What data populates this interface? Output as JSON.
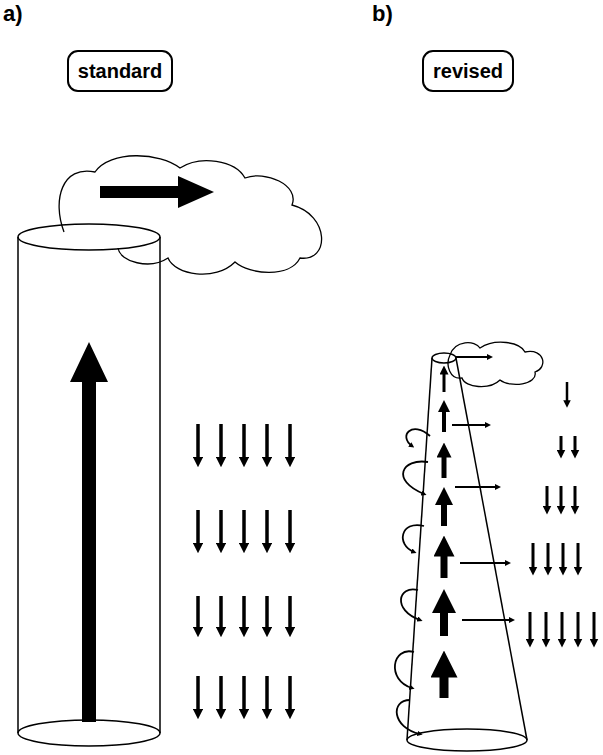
{
  "diagram": {
    "nodes": [
      {
        "text": [
          "standard"
        ]
      },
      {
        "text": [
          "revised"
        ]
      }
    ],
    "labels": [
      "a)",
      "b)"
    ]
  }
}
